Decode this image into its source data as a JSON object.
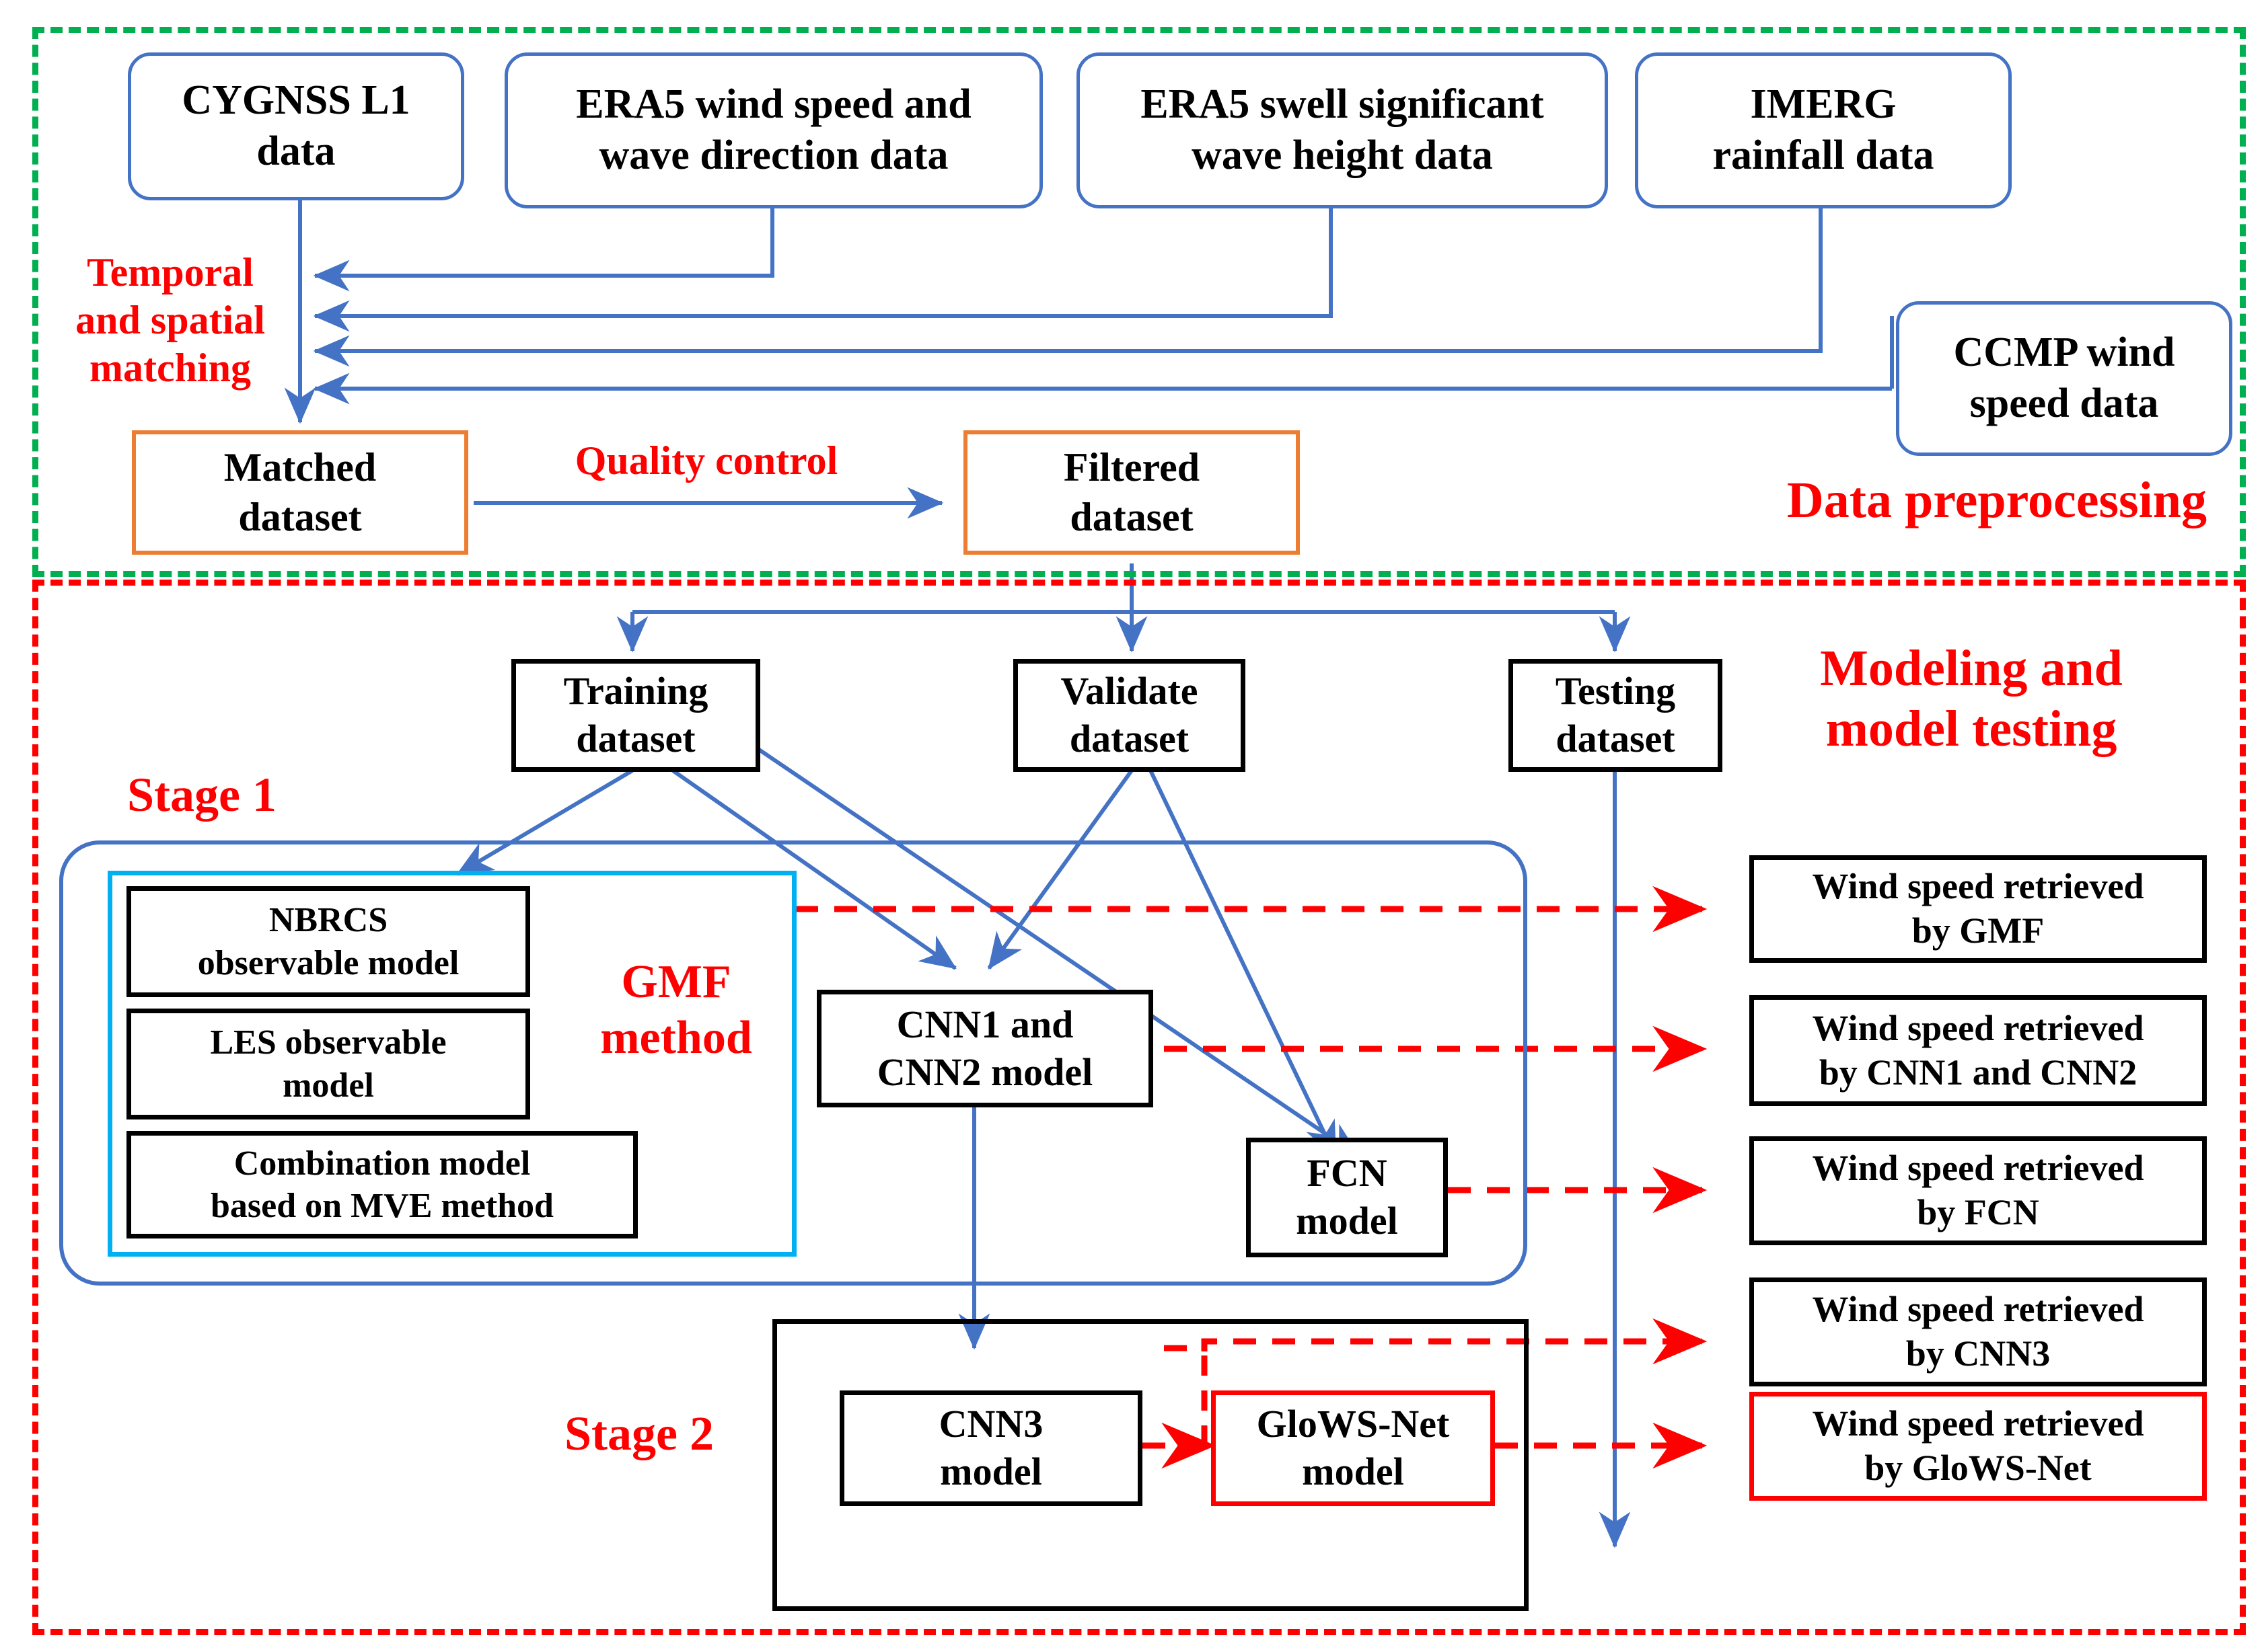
{
  "regions": {
    "preprocessing": {
      "label": "Data preprocessing",
      "color": "#00B050"
    },
    "modeling": {
      "label": "Modeling and\nmodel testing",
      "color": "#FF0000"
    }
  },
  "sources": [
    {
      "id": "cygnss",
      "label": "CYGNSS L1\ndata"
    },
    {
      "id": "era5wind",
      "label": "ERA5 wind speed and\nwave direction data"
    },
    {
      "id": "era5swh",
      "label": "ERA5 swell significant\nwave height data"
    },
    {
      "id": "imerg",
      "label": "IMERG\nrainfall data"
    },
    {
      "id": "ccmp",
      "label": "CCMP  wind\nspeed data"
    }
  ],
  "process_labels": {
    "matching": "Temporal\nand spatial\nmatching",
    "quality_control": "Quality control",
    "stage1": "Stage 1",
    "stage2": "Stage 2",
    "gmf_method": "GMF\nmethod"
  },
  "datasets": [
    {
      "id": "matched",
      "label": "Matched\ndataset",
      "border": "#ED7D31"
    },
    {
      "id": "filtered",
      "label": "Filtered\ndataset",
      "border": "#ED7D31"
    },
    {
      "id": "training",
      "label": "Training\ndataset",
      "border": "#000000"
    },
    {
      "id": "validate",
      "label": "Validate\ndataset",
      "border": "#000000"
    },
    {
      "id": "testing",
      "label": "Testing\ndataset",
      "border": "#000000"
    }
  ],
  "gmf_models": [
    {
      "id": "nbrcs",
      "label": "NBRCS\nobservable model"
    },
    {
      "id": "les",
      "label": "LES observable\nmodel"
    },
    {
      "id": "combination",
      "label": "Combination model\nbased on MVE method"
    }
  ],
  "models": [
    {
      "id": "cnn12",
      "label": "CNN1 and\nCNN2 model",
      "border": "#000000"
    },
    {
      "id": "fcn",
      "label": "FCN\nmodel",
      "border": "#000000"
    },
    {
      "id": "cnn3",
      "label": "CNN3\nmodel",
      "border": "#000000"
    },
    {
      "id": "glows",
      "label": "GloWS-Net\nmodel",
      "border": "#FF0000"
    }
  ],
  "outputs": [
    {
      "id": "out_gmf",
      "label": "Wind speed retrieved\nby GMF",
      "border": "#000000"
    },
    {
      "id": "out_cnn12",
      "label": "Wind speed retrieved\nby CNN1 and CNN2",
      "border": "#000000"
    },
    {
      "id": "out_fcn",
      "label": "Wind speed retrieved\nby FCN",
      "border": "#000000"
    },
    {
      "id": "out_cnn3",
      "label": "Wind speed retrieved\nby CNN3",
      "border": "#000000"
    },
    {
      "id": "out_glows",
      "label": "Wind speed retrieved\nby GloWS-Net",
      "border": "#FF0000"
    }
  ],
  "colors": {
    "flow_blue": "#4472C4",
    "dashed_red": "#FF0000",
    "accent_cyan": "#00B0F0",
    "accent_orange": "#ED7D31",
    "region_green": "#00B050"
  }
}
